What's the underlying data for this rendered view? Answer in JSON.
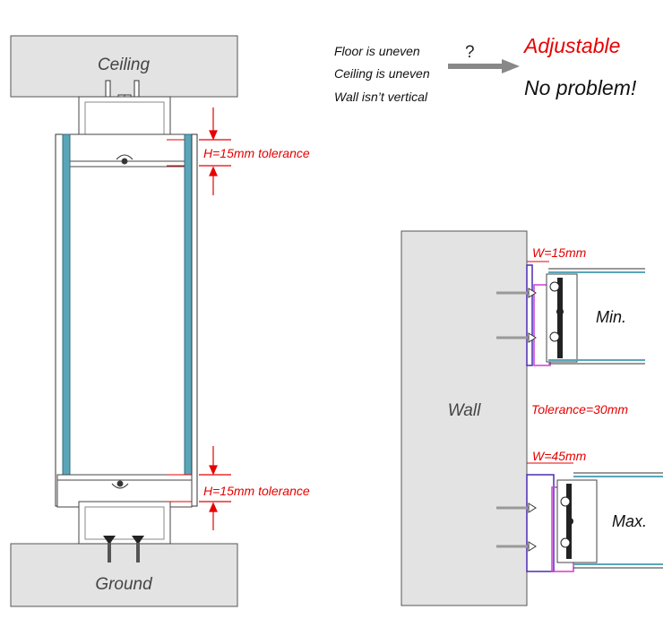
{
  "colors": {
    "block_fill": "#e3e3e3",
    "outline": "#555555",
    "glass": "#5aa6b8",
    "tolerance_red": "#e60000",
    "purple": "#4b2bb5",
    "magenta": "#d23cd2"
  },
  "labels": {
    "ceiling": "Ceiling",
    "ground": "Ground",
    "wall": "Wall",
    "top_tolerance": "H=15mm tolerance",
    "bottom_tolerance": "H=15mm tolerance",
    "conditions": [
      "Floor is uneven",
      "Ceiling is uneven",
      "Wall isn’t vertical"
    ],
    "question_mark": "?",
    "adjustable": "Adjustable",
    "no_problem": "No problem!",
    "w_min": "W=15mm",
    "w_max": "W=45mm",
    "min": "Min.",
    "max": "Max.",
    "tolerance_total": "Tolerance=30mm"
  }
}
